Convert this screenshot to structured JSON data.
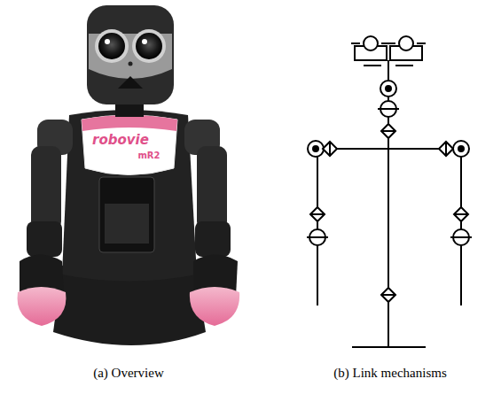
{
  "diagram": {
    "labels": [
      "robovie",
      "mR2",
      "(a) Overview",
      "(b) Link mechanisms"
    ]
  }
}
